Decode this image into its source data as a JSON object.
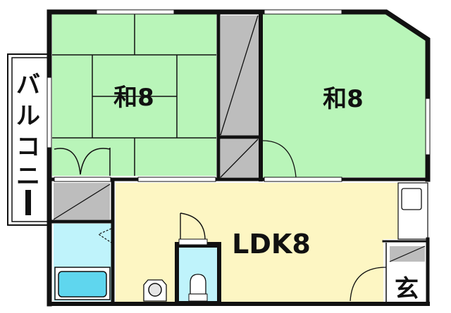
{
  "floor_plan": {
    "layout_type": "2LDK",
    "rooms": [
      {
        "id": "washitsu-left",
        "label": "和8",
        "type": "Japanese-style room (tatami)",
        "size_jo": 8
      },
      {
        "id": "washitsu-right",
        "label": "和8",
        "type": "Japanese-style room",
        "size_jo": 8
      },
      {
        "id": "ldk",
        "label": "LDK8",
        "type": "Living/Dining/Kitchen",
        "size_jo": 8
      },
      {
        "id": "genkan",
        "label": "玄",
        "type": "Entrance"
      },
      {
        "id": "balcony",
        "label": "バルコニー",
        "type": "Balcony"
      },
      {
        "id": "bath",
        "label": "",
        "type": "Bathroom"
      },
      {
        "id": "toilet",
        "label": "",
        "type": "Toilet"
      }
    ],
    "balcony_chars": [
      "バ",
      "ル",
      "コ",
      "ニ",
      "ー"
    ]
  },
  "colors": {
    "tatami": "#b9f5b9",
    "ldk": "#fdf6c3",
    "wet": "#bff3fb",
    "storage": "#bdbdbd",
    "wall": "#111111"
  }
}
